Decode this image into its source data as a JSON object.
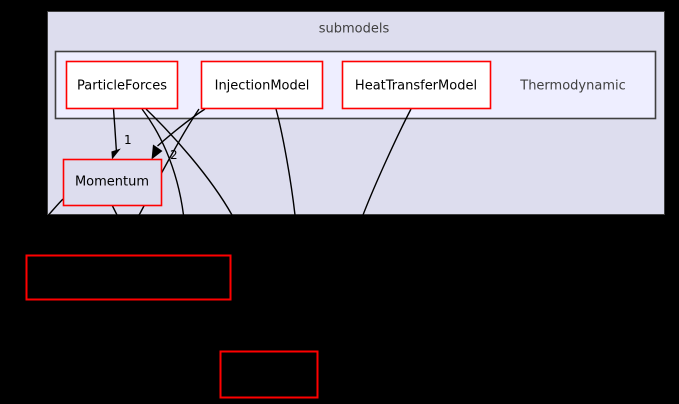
{
  "graph": {
    "kind": "directory-dependency-graph",
    "background_color": "#000000",
    "outer_cluster": {
      "label": "submodels",
      "fill_color": "#ddddee",
      "border_color": "#404040",
      "label_color": "#404040"
    },
    "inner_cluster": {
      "label": "Thermodynamic",
      "fill_color": "#eeeeff",
      "border_color": "#404040",
      "label_color": "#404040"
    },
    "nodes": [
      {
        "id": "particleforces",
        "label": "ParticleForces",
        "fill_color": "#ffffff",
        "border_color": "#ff0000",
        "text_color": "#000000"
      },
      {
        "id": "injectionmodel",
        "label": "InjectionModel",
        "fill_color": "#ffffff",
        "border_color": "#ff0000",
        "text_color": "#000000"
      },
      {
        "id": "heattransfermodel",
        "label": "HeatTransferModel",
        "fill_color": "#ffffff",
        "border_color": "#ff0000",
        "text_color": "#000000"
      },
      {
        "id": "momentum",
        "label": "Momentum",
        "fill_color": "#ddddee",
        "border_color": "#ff0000",
        "text_color": "#000000"
      },
      {
        "id": "offscreen-node-1",
        "label": "",
        "fill_color": "#000000",
        "border_color": "#ff0000",
        "text_color": "#000000"
      },
      {
        "id": "offscreen-node-2",
        "label": "",
        "fill_color": "#000000",
        "border_color": "#ff0000",
        "text_color": "#000000"
      }
    ],
    "edges": [
      {
        "from": "particleforces",
        "to": "momentum",
        "label": "1",
        "color": "#000000"
      },
      {
        "from": "injectionmodel",
        "to": "momentum",
        "label": "2",
        "color": "#000000"
      }
    ],
    "edge_label_color": "#000000"
  }
}
